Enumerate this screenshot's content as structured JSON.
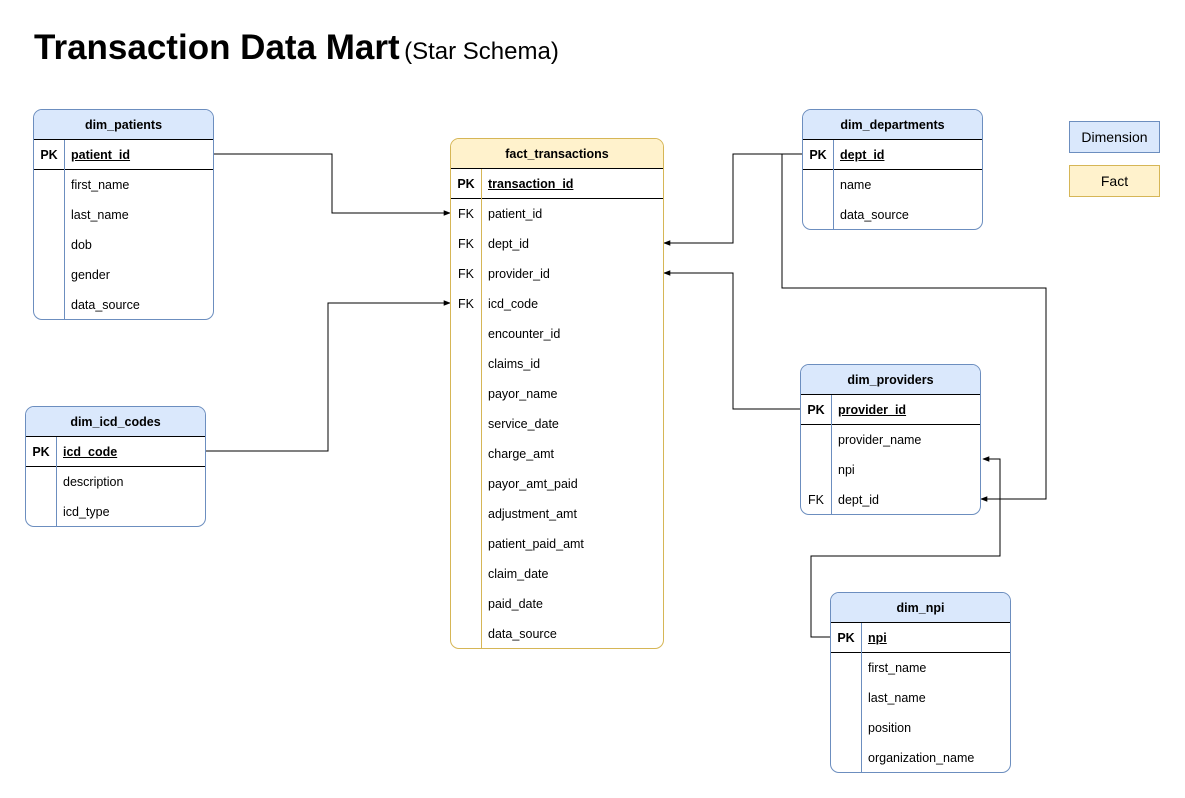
{
  "title": {
    "main": "Transaction Data Mart",
    "sub": "(Star Schema)"
  },
  "legend": {
    "dimension": "Dimension",
    "fact": "Fact"
  },
  "tables": {
    "dim_patients": {
      "name": "dim_patients",
      "kind": "dim",
      "rows": [
        {
          "key": "PK",
          "field": "patient_id"
        },
        {
          "key": "",
          "field": "first_name"
        },
        {
          "key": "",
          "field": "last_name"
        },
        {
          "key": "",
          "field": "dob"
        },
        {
          "key": "",
          "field": "gender"
        },
        {
          "key": "",
          "field": "data_source"
        }
      ]
    },
    "dim_icd_codes": {
      "name": "dim_icd_codes",
      "kind": "dim",
      "rows": [
        {
          "key": "PK",
          "field": "icd_code"
        },
        {
          "key": "",
          "field": "description"
        },
        {
          "key": "",
          "field": "icd_type"
        }
      ]
    },
    "fact_transactions": {
      "name": "fact_transactions",
      "kind": "fact",
      "rows": [
        {
          "key": "PK",
          "field": "transaction_id"
        },
        {
          "key": "FK",
          "field": "patient_id"
        },
        {
          "key": "FK",
          "field": "dept_id"
        },
        {
          "key": "FK",
          "field": "provider_id"
        },
        {
          "key": "FK",
          "field": "icd_code"
        },
        {
          "key": "",
          "field": "encounter_id"
        },
        {
          "key": "",
          "field": "claims_id"
        },
        {
          "key": "",
          "field": "payor_name"
        },
        {
          "key": "",
          "field": "service_date"
        },
        {
          "key": "",
          "field": "charge_amt"
        },
        {
          "key": "",
          "field": "payor_amt_paid"
        },
        {
          "key": "",
          "field": "adjustment_amt"
        },
        {
          "key": "",
          "field": "patient_paid_amt"
        },
        {
          "key": "",
          "field": "claim_date"
        },
        {
          "key": "",
          "field": "paid_date"
        },
        {
          "key": "",
          "field": "data_source"
        }
      ]
    },
    "dim_departments": {
      "name": "dim_departments",
      "kind": "dim",
      "rows": [
        {
          "key": "PK",
          "field": "dept_id"
        },
        {
          "key": "",
          "field": "name"
        },
        {
          "key": "",
          "field": "data_source"
        }
      ]
    },
    "dim_providers": {
      "name": "dim_providers",
      "kind": "dim",
      "rows": [
        {
          "key": "PK",
          "field": "provider_id"
        },
        {
          "key": "",
          "field": "provider_name"
        },
        {
          "key": "",
          "field": "npi"
        },
        {
          "key": "FK",
          "field": "dept_id"
        }
      ]
    },
    "dim_npi": {
      "name": "dim_npi",
      "kind": "dim",
      "rows": [
        {
          "key": "PK",
          "field": "npi"
        },
        {
          "key": "",
          "field": "first_name"
        },
        {
          "key": "",
          "field": "last_name"
        },
        {
          "key": "",
          "field": "position"
        },
        {
          "key": "",
          "field": "organization_name"
        }
      ]
    }
  }
}
